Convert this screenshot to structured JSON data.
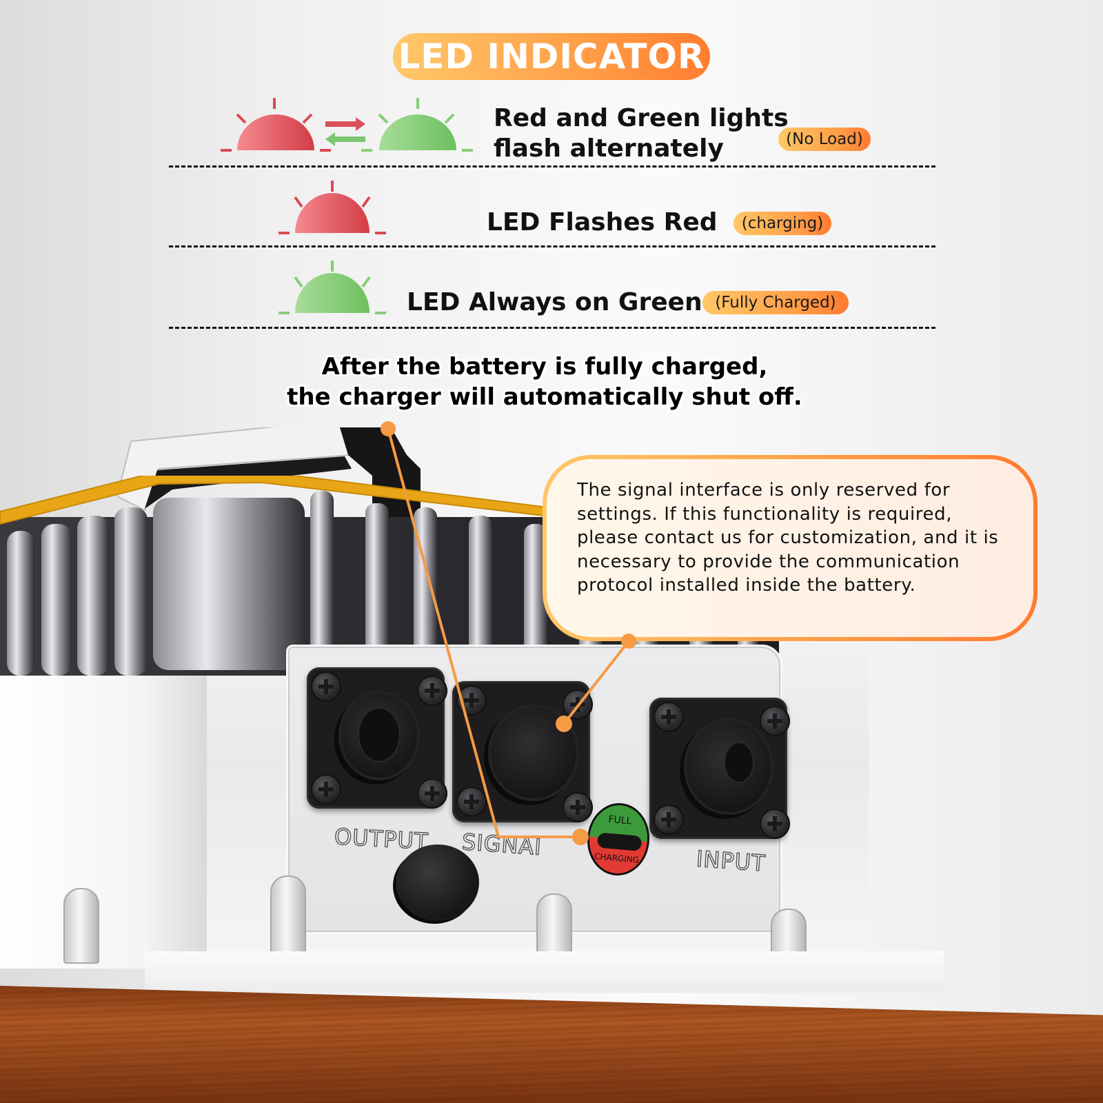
{
  "header": {
    "title": "LED INDICATOR",
    "accent_gradient": [
      "#ffc86a",
      "#ff7d2e"
    ]
  },
  "led_states": [
    {
      "lights": [
        "red",
        "green"
      ],
      "icon": "alternating-arrows-icon",
      "description_lines": [
        "Red and Green lights",
        "flash alternately"
      ],
      "badge": "(No Load)"
    },
    {
      "lights": [
        "red"
      ],
      "description": "LED Flashes Red",
      "badge": "(charging)"
    },
    {
      "lights": [
        "green"
      ],
      "description": "LED Always on Green",
      "badge": "(Fully Charged)"
    }
  ],
  "colors": {
    "red_light": "#e85a62",
    "green_light": "#7cc66e",
    "badge_orange": "#ff9a45",
    "indicator_green": "#3c9a3a",
    "indicator_red": "#e23a33"
  },
  "shutoff_note": {
    "line1": "After the battery is fully charged,",
    "line2": "the charger will automatically shut off."
  },
  "callout": {
    "text": "The signal interface is only reserved for settings. If this functionality is required, please contact us for customization, and it is necessary to provide the communication protocol installed inside the battery."
  },
  "device": {
    "ports": [
      {
        "label": "OUTPUT"
      },
      {
        "label": "SIGNAI"
      },
      {
        "label": "INPUT"
      }
    ],
    "indicator": {
      "top_label": "FULL",
      "bottom_label": "CHARGING"
    }
  }
}
